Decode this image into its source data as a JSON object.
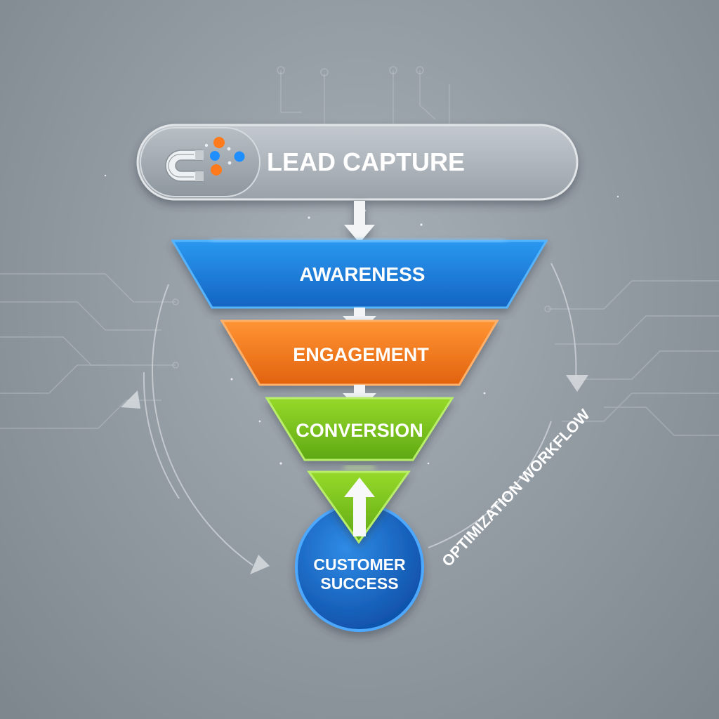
{
  "header": {
    "label": "LEAD CAPTURE",
    "icon": "magnet-icon"
  },
  "stages": [
    {
      "label": "AWARENESS",
      "color": "#1a7fd8"
    },
    {
      "label": "ENGAGEMENT",
      "color": "#f07a1c"
    },
    {
      "label": "CONVERSION",
      "color": "#7cc41a"
    }
  ],
  "success": {
    "line1": "CUSTOMER",
    "line2": "SUCCESS",
    "color": "#1566c4"
  },
  "loop": {
    "label": "OPTIMIZATION WORKFLOW"
  },
  "colors": {
    "accent_orange": "#ff7a1a",
    "accent_blue": "#1f8fff",
    "pill": "#a9b0b7"
  }
}
